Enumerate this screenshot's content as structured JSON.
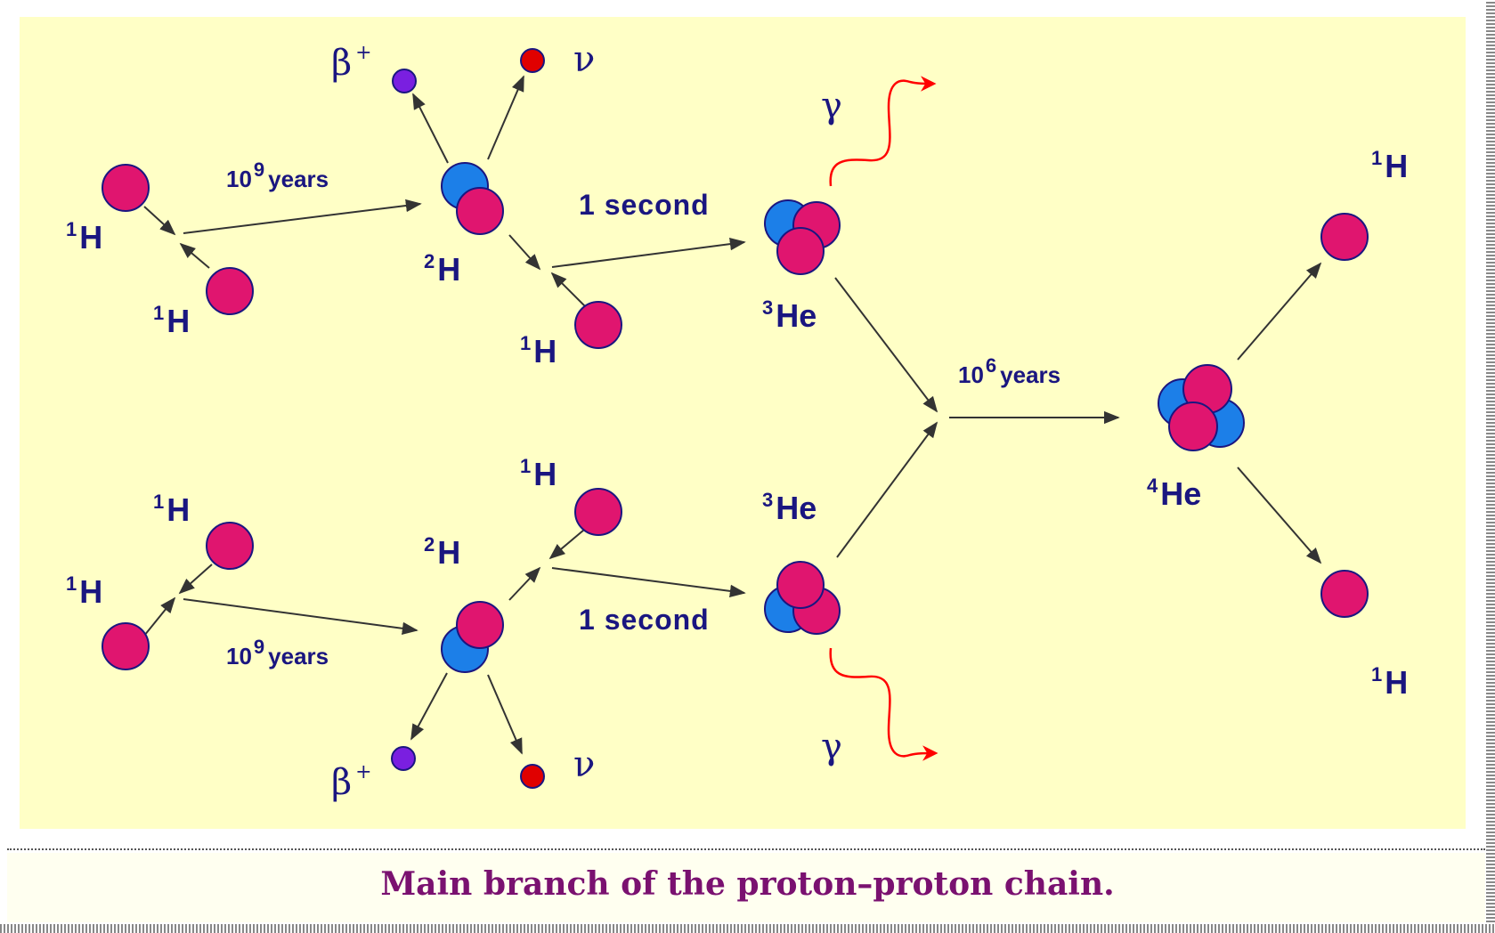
{
  "caption": "Main branch of the proton–proton chain.",
  "labels": {
    "h1_super": "1",
    "h2_super": "2",
    "he3_super": "3",
    "he4_super": "4",
    "hydrogen": "H",
    "helium": "He",
    "beta_plus": "β",
    "plus": "+",
    "neutrino": "ν",
    "gamma": "γ",
    "ten": "10",
    "exp9": "9",
    "exp6": "6",
    "years": "years",
    "one_second": "1 second"
  },
  "colors": {
    "background": "#ffffc6",
    "proton": "#e0156f",
    "neutron": "#1c7fe8",
    "positron": "#7a1fe0",
    "neutrino": "#e00000",
    "gamma": "#ff0000",
    "text": "#1a1680",
    "caption": "#7a1170"
  }
}
